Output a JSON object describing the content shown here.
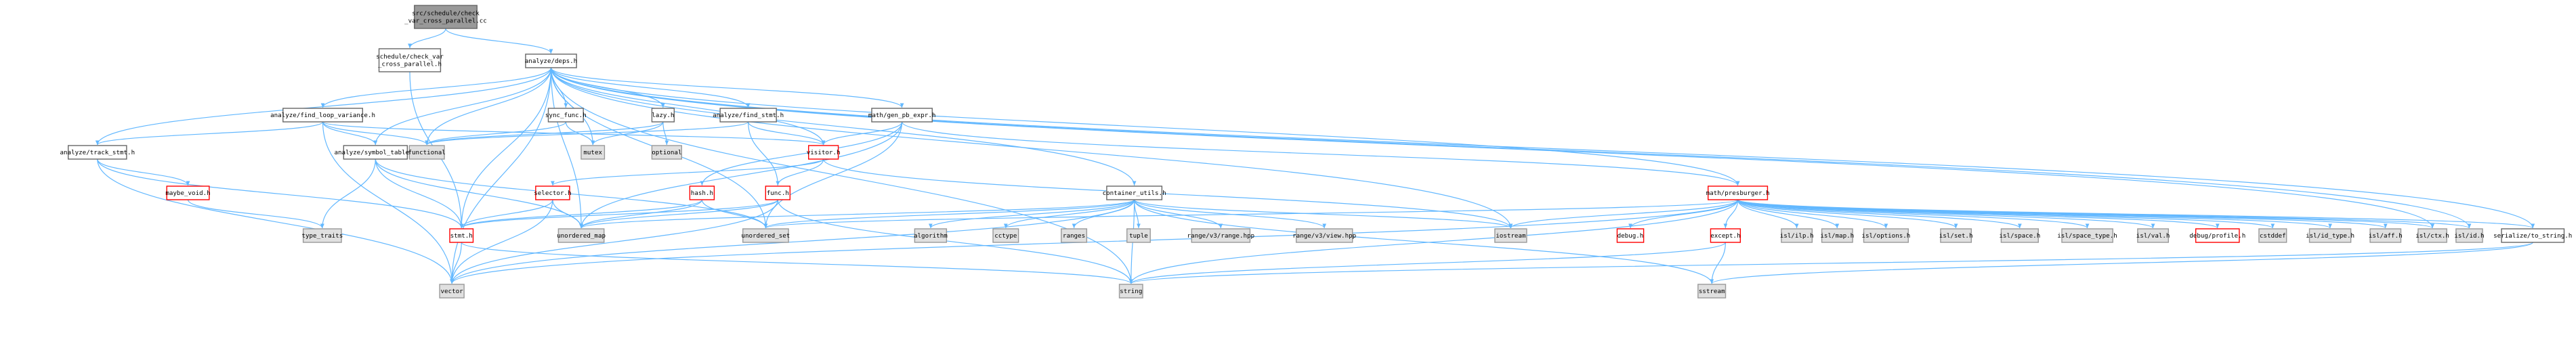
{
  "colors": {
    "root_fill": "#999999",
    "root_stroke": "#666666",
    "node_fill": "#ffffff",
    "node_stroke": "#666666",
    "missing_fill": "#e0e0e0",
    "missing_stroke": "#999999",
    "truncated_fill": "#ffffff",
    "truncated_stroke": "#ff0000",
    "edge": "#63b8ff"
  },
  "nodes": [
    {
      "id": "root",
      "kind": "root",
      "lines": [
        "src/schedule/check",
        "_var_cross_parallel.cc"
      ]
    },
    {
      "id": "cvh",
      "kind": "node",
      "lines": [
        "schedule/check_var",
        "_cross_parallel.h"
      ]
    },
    {
      "id": "deps",
      "kind": "node",
      "lines": [
        "analyze/deps.h"
      ]
    },
    {
      "id": "flv",
      "kind": "node",
      "lines": [
        "analyze/find_loop_variance.h"
      ]
    },
    {
      "id": "sync",
      "kind": "node",
      "lines": [
        "sync_func.h"
      ]
    },
    {
      "id": "lazy",
      "kind": "node",
      "lines": [
        "lazy.h"
      ]
    },
    {
      "id": "fstmt",
      "kind": "node",
      "lines": [
        "analyze/find_stmt.h"
      ]
    },
    {
      "id": "gen",
      "kind": "node",
      "lines": [
        "math/gen_pb_expr.h"
      ]
    },
    {
      "id": "track",
      "kind": "node",
      "lines": [
        "analyze/track_stmt.h"
      ]
    },
    {
      "id": "symtab",
      "kind": "node",
      "lines": [
        "analyze/symbol_table.h"
      ]
    },
    {
      "id": "functional",
      "kind": "missing",
      "lines": [
        "functional"
      ]
    },
    {
      "id": "mutex",
      "kind": "missing",
      "lines": [
        "mutex"
      ]
    },
    {
      "id": "optional",
      "kind": "missing",
      "lines": [
        "optional"
      ]
    },
    {
      "id": "visitor",
      "kind": "truncated",
      "lines": [
        "visitor.h"
      ]
    },
    {
      "id": "maybe",
      "kind": "truncated",
      "lines": [
        "maybe_void.h"
      ]
    },
    {
      "id": "hash",
      "kind": "truncated",
      "lines": [
        "hash.h"
      ]
    },
    {
      "id": "selector",
      "kind": "truncated",
      "lines": [
        "selector.h"
      ]
    },
    {
      "id": "func",
      "kind": "truncated",
      "lines": [
        "func.h"
      ]
    },
    {
      "id": "cutils",
      "kind": "node",
      "lines": [
        "container_utils.h"
      ]
    },
    {
      "id": "presb",
      "kind": "truncated",
      "lines": [
        "math/presburger.h"
      ]
    },
    {
      "id": "tt",
      "kind": "missing",
      "lines": [
        "type_traits"
      ]
    },
    {
      "id": "stmt",
      "kind": "truncated",
      "lines": [
        "stmt.h"
      ]
    },
    {
      "id": "umap",
      "kind": "missing",
      "lines": [
        "unordered_map"
      ]
    },
    {
      "id": "uset",
      "kind": "missing",
      "lines": [
        "unordered_set"
      ]
    },
    {
      "id": "algorithm",
      "kind": "missing",
      "lines": [
        "algorithm"
      ]
    },
    {
      "id": "cctype",
      "kind": "missing",
      "lines": [
        "cctype"
      ]
    },
    {
      "id": "ranges",
      "kind": "missing",
      "lines": [
        "ranges"
      ]
    },
    {
      "id": "tuple",
      "kind": "missing",
      "lines": [
        "tuple"
      ]
    },
    {
      "id": "r3range",
      "kind": "missing",
      "lines": [
        "range/v3/range.hpp"
      ]
    },
    {
      "id": "r3view",
      "kind": "missing",
      "lines": [
        "range/v3/view.hpp"
      ]
    },
    {
      "id": "iostream",
      "kind": "missing",
      "lines": [
        "iostream"
      ]
    },
    {
      "id": "debug",
      "kind": "truncated",
      "lines": [
        "debug.h"
      ]
    },
    {
      "id": "except",
      "kind": "truncated",
      "lines": [
        "except.h"
      ]
    },
    {
      "id": "islilp",
      "kind": "missing",
      "lines": [
        "isl/ilp.h"
      ]
    },
    {
      "id": "islmap",
      "kind": "missing",
      "lines": [
        "isl/map.h"
      ]
    },
    {
      "id": "islopt",
      "kind": "missing",
      "lines": [
        "isl/options.h"
      ]
    },
    {
      "id": "islset",
      "kind": "missing",
      "lines": [
        "isl/set.h"
      ]
    },
    {
      "id": "islspace",
      "kind": "missing",
      "lines": [
        "isl/space.h"
      ]
    },
    {
      "id": "islspacet",
      "kind": "missing",
      "lines": [
        "isl/space_type.h"
      ]
    },
    {
      "id": "islval",
      "kind": "missing",
      "lines": [
        "isl/val.h"
      ]
    },
    {
      "id": "dprofile",
      "kind": "truncated",
      "lines": [
        "debug/profile.h"
      ]
    },
    {
      "id": "cstddef",
      "kind": "missing",
      "lines": [
        "cstddef"
      ]
    },
    {
      "id": "islidt",
      "kind": "missing",
      "lines": [
        "isl/id_type.h"
      ]
    },
    {
      "id": "islaff",
      "kind": "missing",
      "lines": [
        "isl/aff.h"
      ]
    },
    {
      "id": "islctx",
      "kind": "missing",
      "lines": [
        "isl/ctx.h"
      ]
    },
    {
      "id": "islid",
      "kind": "missing",
      "lines": [
        "isl/id.h"
      ]
    },
    {
      "id": "serial",
      "kind": "node",
      "lines": [
        "serialize/to_string.h"
      ]
    },
    {
      "id": "vector",
      "kind": "missing",
      "lines": [
        "vector"
      ]
    },
    {
      "id": "string",
      "kind": "missing",
      "lines": [
        "string"
      ]
    },
    {
      "id": "sstream",
      "kind": "missing",
      "lines": [
        "sstream"
      ]
    }
  ],
  "edges": [
    [
      "root",
      "cvh"
    ],
    [
      "root",
      "deps"
    ],
    [
      "cvh",
      "stmt"
    ],
    [
      "deps",
      "flv"
    ],
    [
      "deps",
      "sync"
    ],
    [
      "deps",
      "lazy"
    ],
    [
      "deps",
      "fstmt"
    ],
    [
      "deps",
      "gen"
    ],
    [
      "deps",
      "track"
    ],
    [
      "deps",
      "symtab"
    ],
    [
      "deps",
      "functional"
    ],
    [
      "deps",
      "mutex"
    ],
    [
      "deps",
      "visitor"
    ],
    [
      "deps",
      "cutils"
    ],
    [
      "deps",
      "presb"
    ],
    [
      "deps",
      "stmt"
    ],
    [
      "deps",
      "umap"
    ],
    [
      "deps",
      "uset"
    ],
    [
      "deps",
      "iostream"
    ],
    [
      "deps",
      "vector"
    ],
    [
      "deps",
      "string"
    ],
    [
      "deps",
      "serial"
    ],
    [
      "deps",
      "islid"
    ],
    [
      "deps",
      "islctx"
    ],
    [
      "flv",
      "track"
    ],
    [
      "flv",
      "symtab"
    ],
    [
      "flv",
      "visitor"
    ],
    [
      "flv",
      "functional"
    ],
    [
      "flv",
      "vector"
    ],
    [
      "sync",
      "functional"
    ],
    [
      "sync",
      "mutex"
    ],
    [
      "lazy",
      "functional"
    ],
    [
      "lazy",
      "optional"
    ],
    [
      "lazy",
      "mutex"
    ],
    [
      "fstmt",
      "visitor"
    ],
    [
      "fstmt",
      "func"
    ],
    [
      "fstmt",
      "functional"
    ],
    [
      "gen",
      "visitor"
    ],
    [
      "gen",
      "hash"
    ],
    [
      "gen",
      "presb"
    ],
    [
      "gen",
      "umap"
    ],
    [
      "gen",
      "uset"
    ],
    [
      "track",
      "maybe"
    ],
    [
      "track",
      "stmt"
    ],
    [
      "track",
      "vector"
    ],
    [
      "symtab",
      "stmt"
    ],
    [
      "symtab",
      "tt"
    ],
    [
      "symtab",
      "umap"
    ],
    [
      "symtab",
      "uset"
    ],
    [
      "visitor",
      "selector"
    ],
    [
      "visitor",
      "func"
    ],
    [
      "visitor",
      "iostream"
    ],
    [
      "maybe",
      "tt"
    ],
    [
      "hash",
      "stmt"
    ],
    [
      "hash",
      "umap"
    ],
    [
      "hash",
      "uset"
    ],
    [
      "selector",
      "stmt"
    ],
    [
      "selector",
      "umap"
    ],
    [
      "selector",
      "vector"
    ],
    [
      "func",
      "stmt"
    ],
    [
      "func",
      "umap"
    ],
    [
      "func",
      "vector"
    ],
    [
      "func",
      "string"
    ],
    [
      "cutils",
      "umap"
    ],
    [
      "cutils",
      "uset"
    ],
    [
      "cutils",
      "algorithm"
    ],
    [
      "cutils",
      "cctype"
    ],
    [
      "cutils",
      "ranges"
    ],
    [
      "cutils",
      "tuple"
    ],
    [
      "cutils",
      "r3range"
    ],
    [
      "cutils",
      "r3view"
    ],
    [
      "cutils",
      "iostream"
    ],
    [
      "cutils",
      "vector"
    ],
    [
      "cutils",
      "string"
    ],
    [
      "cutils",
      "sstream"
    ],
    [
      "presb",
      "iostream"
    ],
    [
      "presb",
      "debug"
    ],
    [
      "presb",
      "except"
    ],
    [
      "presb",
      "islilp"
    ],
    [
      "presb",
      "islmap"
    ],
    [
      "presb",
      "islopt"
    ],
    [
      "presb",
      "islset"
    ],
    [
      "presb",
      "islspace"
    ],
    [
      "presb",
      "islspacet"
    ],
    [
      "presb",
      "islval"
    ],
    [
      "presb",
      "dprofile"
    ],
    [
      "presb",
      "cstddef"
    ],
    [
      "presb",
      "islidt"
    ],
    [
      "presb",
      "islaff"
    ],
    [
      "presb",
      "islctx"
    ],
    [
      "presb",
      "islid"
    ],
    [
      "presb",
      "serial"
    ],
    [
      "presb",
      "uset"
    ],
    [
      "presb",
      "vector"
    ],
    [
      "presb",
      "string"
    ],
    [
      "except",
      "string"
    ],
    [
      "except",
      "sstream"
    ],
    [
      "stmt",
      "vector"
    ],
    [
      "stmt",
      "string"
    ],
    [
      "serial",
      "sstream"
    ],
    [
      "serial",
      "string"
    ]
  ]
}
